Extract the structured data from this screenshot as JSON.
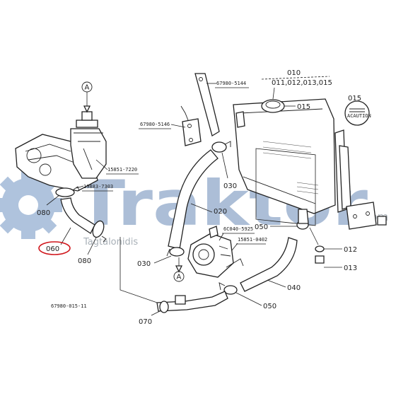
{
  "watermark": {
    "brand": "Traktor",
    "domain": ".com",
    "author": "Tagtalonidis",
    "brand_color": "#5b7fb0"
  },
  "highlight_color": "#d0151b",
  "drawing_number": "67980-015-11",
  "caution_plate": {
    "line1": "ACAUTION"
  },
  "assembly": {
    "main": "010",
    "sub": "011,012,013,015"
  },
  "labels": {
    "p015_top": "015",
    "p015_cap": "015",
    "p67980_5144": "67980-5144",
    "p67980_5146": "67980-5146",
    "p15851_7220": "15851-7220",
    "p19883_7303": "19883-7303",
    "p080_left": "080",
    "p060": "060",
    "p080_bottom": "080",
    "p030_mid": "030",
    "p020": "020",
    "p6C040_5925": "6C040-5925",
    "p15851_0402": "15851-0402",
    "p030_low": "030",
    "p050_right": "050",
    "p012": "012",
    "p013": "013",
    "p040": "040",
    "p050_low": "050",
    "p070": "070",
    "marker_a_top": "A",
    "marker_a_low": "A"
  }
}
